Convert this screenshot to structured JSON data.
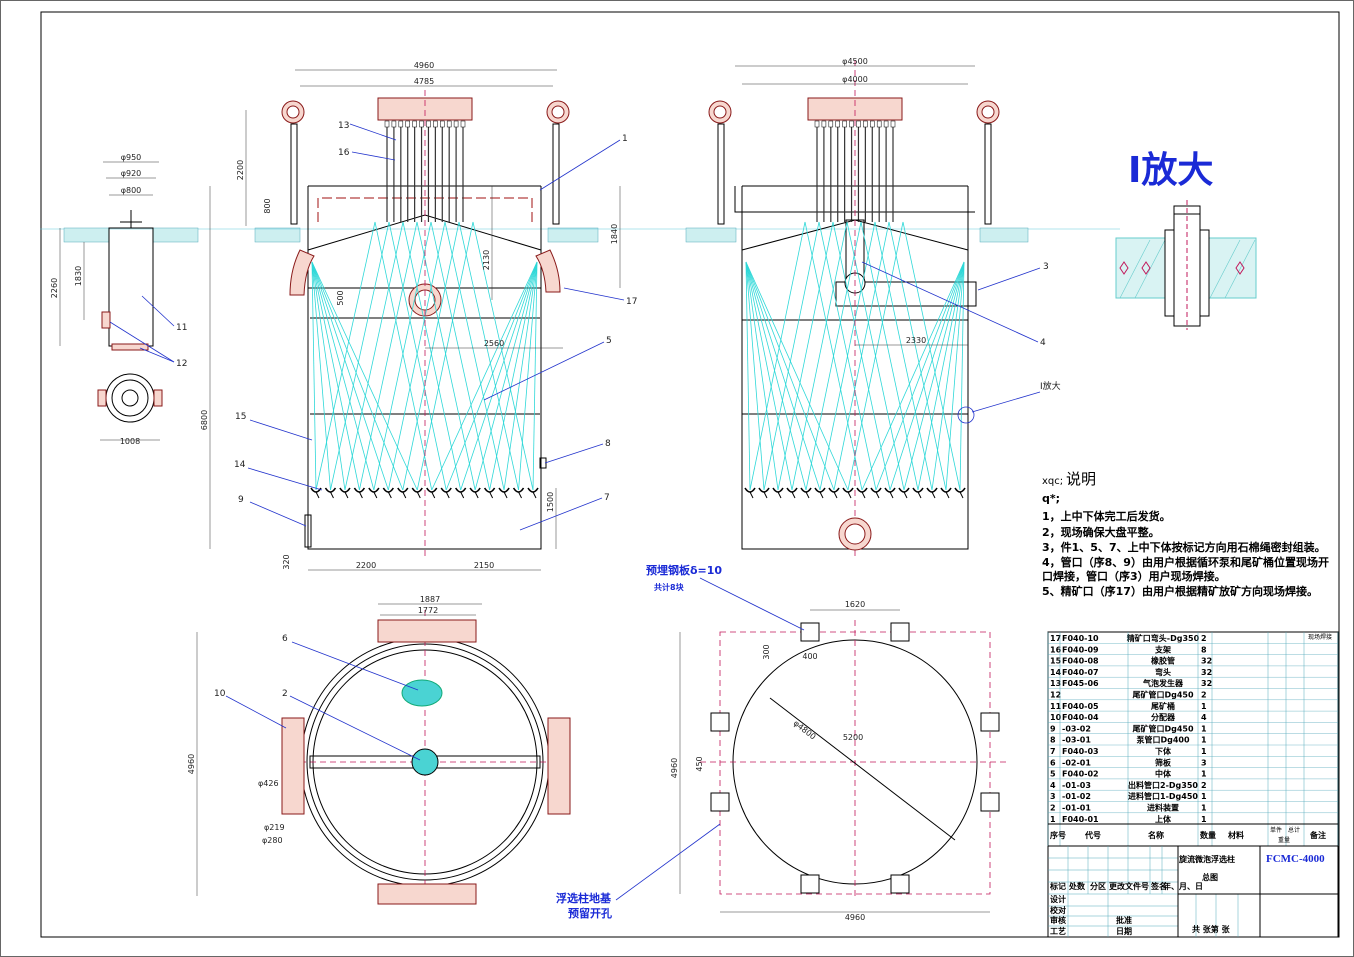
{
  "title_block": {
    "drawing_name": "旋流微泡浮选柱",
    "sheet_type": "总图",
    "drawing_no": "FCMC-4000",
    "header": {
      "seq": "序号",
      "code": "代号",
      "name": "名称",
      "qty": "数量",
      "material": "材料",
      "unit": "单件",
      "total": "总计",
      "weight": "重量",
      "note": "备注"
    },
    "remark_weld": "现场焊接",
    "sign_rows": [
      "设计",
      "校对",
      "审核",
      "工艺"
    ],
    "sign_cols": [
      "标记",
      "处数",
      "分区",
      "更改文件号",
      "签名",
      "年、月、日"
    ],
    "approve": "批准",
    "date": "日期",
    "sheet_count": "共  张第  张",
    "parts": [
      {
        "no": "17",
        "code": "F040-10",
        "name": "精矿口弯头-Dg350",
        "qty": "2"
      },
      {
        "no": "16",
        "code": "F040-09",
        "name": "支架",
        "qty": "8"
      },
      {
        "no": "15",
        "code": "F040-08",
        "name": "橡胶管",
        "qty": "32"
      },
      {
        "no": "14",
        "code": "F040-07",
        "name": "弯头",
        "qty": "32"
      },
      {
        "no": "13",
        "code": "F045-06",
        "name": "气泡发生器",
        "qty": "32"
      },
      {
        "no": "12",
        "code": "",
        "name": "尾矿管口Dg450",
        "qty": "2"
      },
      {
        "no": "11",
        "code": "F040-05",
        "name": "尾矿桶",
        "qty": "1"
      },
      {
        "no": "10",
        "code": "F040-04",
        "name": "分配器",
        "qty": "4"
      },
      {
        "no": "9",
        "code": "-03-02",
        "name": "尾矿管口Dg450",
        "qty": "1"
      },
      {
        "no": "8",
        "code": "-03-01",
        "name": "泵管口Dg400",
        "qty": "1"
      },
      {
        "no": "7",
        "code": "F040-03",
        "name": "下体",
        "qty": "1"
      },
      {
        "no": "6",
        "code": "-02-01",
        "name": "筛板",
        "qty": "3"
      },
      {
        "no": "5",
        "code": "F040-02",
        "name": "中体",
        "qty": "1"
      },
      {
        "no": "4",
        "code": "-01-03",
        "name": "出料管口2-Dg350",
        "qty": "2"
      },
      {
        "no": "3",
        "code": "-01-02",
        "name": "进料管口1-Dg450",
        "qty": "1"
      },
      {
        "no": "2",
        "code": "-01-01",
        "name": "进料装置",
        "qty": "1"
      },
      {
        "no": "1",
        "code": "F040-01",
        "name": "上体",
        "qty": "1"
      }
    ]
  },
  "notes": {
    "heading_prefix": "xqc;",
    "heading": "说明",
    "sub": "q*;",
    "items": [
      "1，上中下体完工后发货。",
      "2，现场确保大盘平整。",
      "3，件1、5、7、上中下体按标记方向用石棉绳密封组装。",
      "4，管口（序8、9）由用户根据循环泵和尾矿桶位置现场开",
      "口焊接，管口（序3）用户现场焊接。",
      "5、精矿口（序17）由用户根据精矿放矿方向现场焊接。"
    ]
  },
  "detail": {
    "title": "I放大",
    "marker": "I放大"
  },
  "front_view": {
    "dims": [
      "4960",
      "4785",
      "2200",
      "800",
      "2130",
      "1840",
      "500",
      "2560",
      "6800",
      "1500",
      "320",
      "2200",
      "2150"
    ],
    "callouts": [
      "13",
      "16",
      "1",
      "17",
      "5",
      "15",
      "14",
      "8",
      "9",
      "7"
    ]
  },
  "side_view": {
    "dims": [
      "φ4500",
      "φ4000",
      "2330"
    ],
    "callouts": [
      "3",
      "4"
    ]
  },
  "tank_view": {
    "dims": [
      "φ950",
      "φ920",
      "φ800",
      "2260",
      "1830",
      "1008"
    ],
    "callouts": [
      "11",
      "12"
    ]
  },
  "plan_view": {
    "dims": [
      "1887",
      "1772",
      "4960",
      "φ426",
      "φ219",
      "φ280"
    ],
    "callouts": [
      "6",
      "2",
      "10"
    ]
  },
  "foundation_view": {
    "dims": [
      "1620",
      "300",
      "400",
      "φ4800",
      "5200",
      "4960",
      "450",
      "4960"
    ],
    "plate_label": "预埋钢板δ=10",
    "plate_count": "共计8块",
    "hole_label_1": "浮选柱地基",
    "hole_label_2": "预留开孔"
  },
  "colors": {
    "teal": "#2fd8d8",
    "red": "#a01010",
    "blue_text": "#1a2ad6",
    "dash": "#c2185b",
    "ground": "#cdeff0"
  }
}
